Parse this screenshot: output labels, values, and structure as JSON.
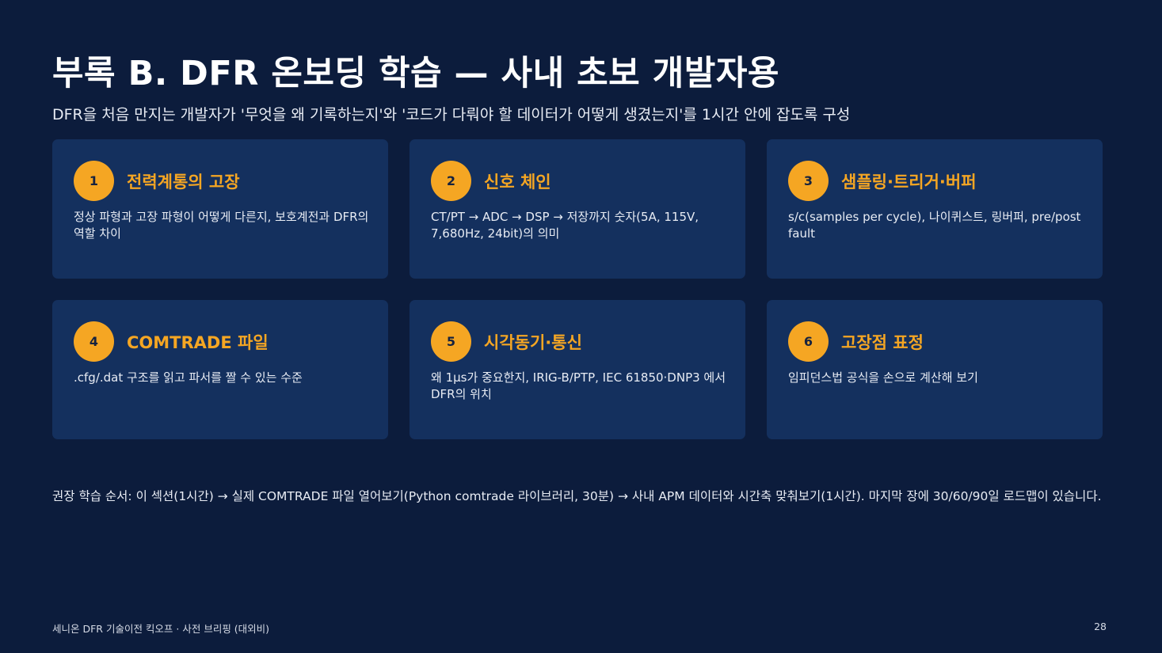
{
  "title": "부록 B. DFR 온보딩 학습 — 사내 초보 개발자용",
  "subtitle": "DFR을 처음 만지는 개발자가 '무엇을 왜 기록하는지'와 '코드가 다뤄야 할 데이터가 어떻게 생겼는지'를 1시간 안에 잡도록 구성",
  "cards": [
    {
      "number": "1",
      "title": "전력계통의 고장",
      "desc": "정상 파형과 고장 파형이 어떻게 다른지, 보호계전과 DFR의 역할 차이"
    },
    {
      "number": "2",
      "title": "신호 체인",
      "desc": "CT/PT → ADC → DSP → 저장까지 숫자(5A, 115V, 7,680Hz, 24bit)의 의미"
    },
    {
      "number": "3",
      "title": "샘플링·트리거·버퍼",
      "desc": "s/c(samples per cycle), 나이퀴스트, 링버퍼, pre/post fault"
    },
    {
      "number": "4",
      "title": "COMTRADE 파일",
      "desc": ".cfg/.dat 구조를 읽고 파서를 짤 수 있는 수준"
    },
    {
      "number": "5",
      "title": "시각동기·통신",
      "desc": "왜 1μs가 중요한지, IRIG-B/PTP, IEC 61850·DNP3 에서 DFR의 위치"
    },
    {
      "number": "6",
      "title": "고장점 표정",
      "desc": "임피던스법 공식을 손으로 계산해 보기"
    }
  ],
  "note": "권장 학습 순서: 이 섹션(1시간) → 실제 COMTRADE 파일 열어보기(Python comtrade 라이브러리, 30분) → 사내 APM 데이터와 시간축 맞춰보기(1시간). 마지막 장에 30/60/90일 로드맵이 있습니다.",
  "footer": {
    "left": "세니온 DFR 기술이전 킥오프 · 사전 브리핑 (대외비)",
    "page": "28"
  },
  "colors": {
    "background": "#0c1c3c",
    "card": "#14305e",
    "accent": "#f5a623"
  }
}
